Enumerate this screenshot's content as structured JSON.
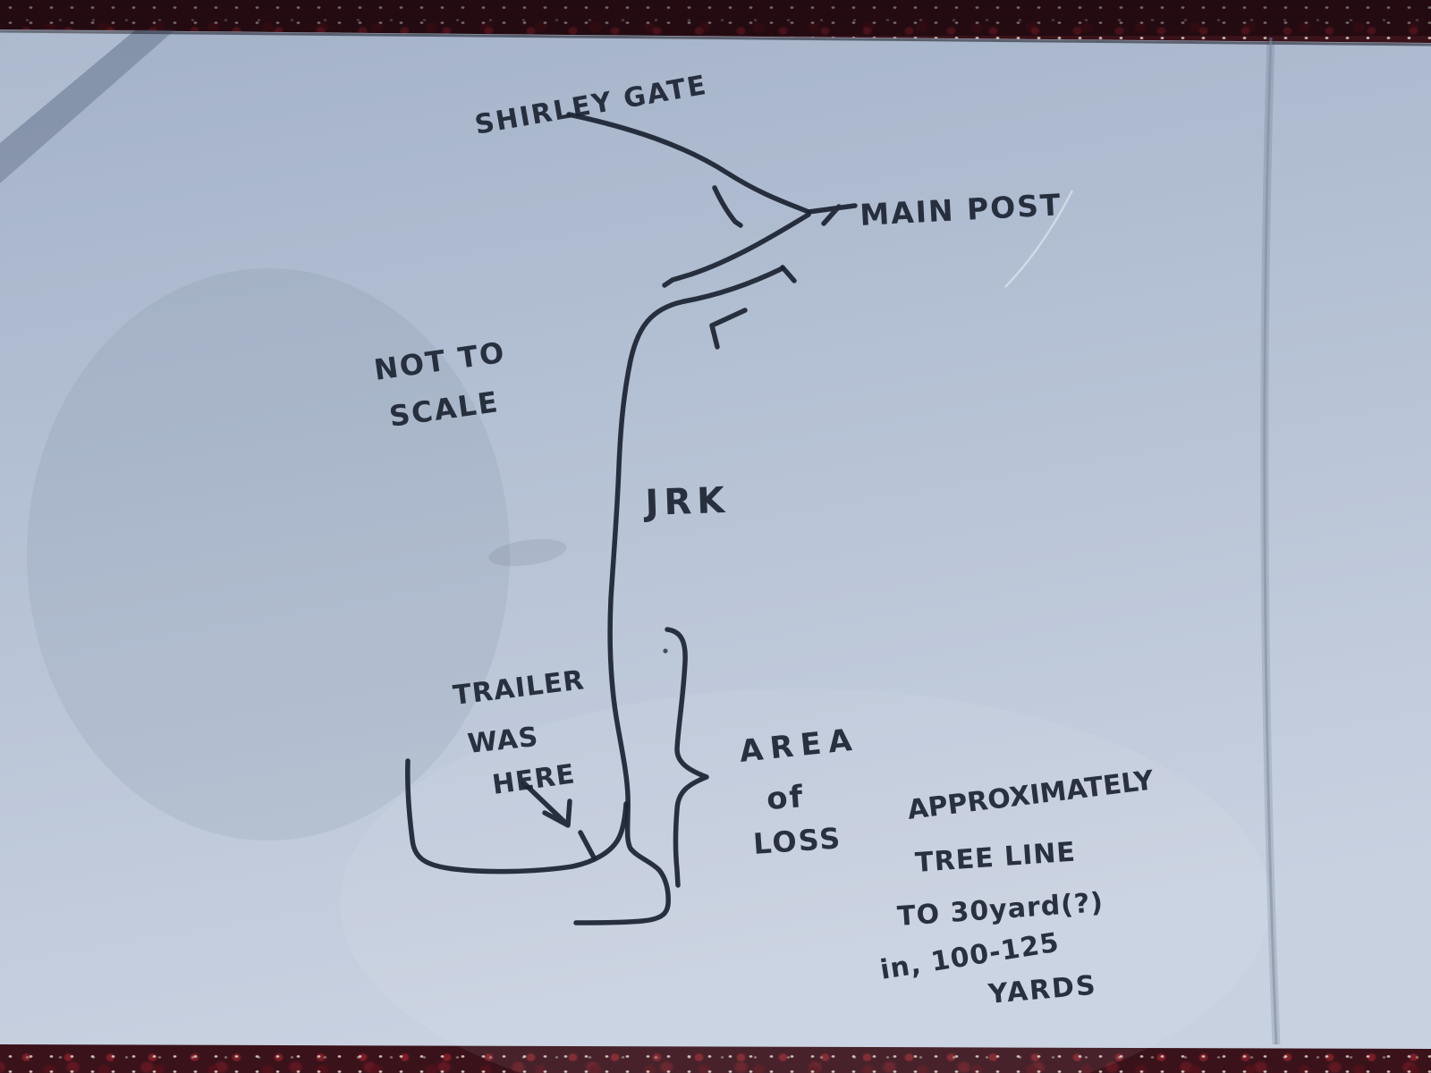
{
  "sketch": {
    "shirley_gate_label": "SHIRLEY GATE",
    "main_post_label": "MAIN POST",
    "scale_note": {
      "line1": "NOT TO",
      "line2": "SCALE"
    },
    "road_label": "JRK",
    "trailer_note": {
      "line1": "TRAILER",
      "line2": "WAS",
      "line3": "HERE"
    },
    "loss_note": {
      "line1": "AREA",
      "line2": "of",
      "line3": "LOSS"
    },
    "distance_note": {
      "line1": "APPROXIMATELY",
      "line2": "TREE LINE",
      "line3": "TO 30yard(?)",
      "line4": "in, 100-125",
      "line5": "YARDS"
    },
    "colors": {
      "ink": "#1c2433",
      "paper_top": "#a4b2c9",
      "paper_bottom": "#c8d1e0",
      "fabric": "#3a121a"
    }
  }
}
